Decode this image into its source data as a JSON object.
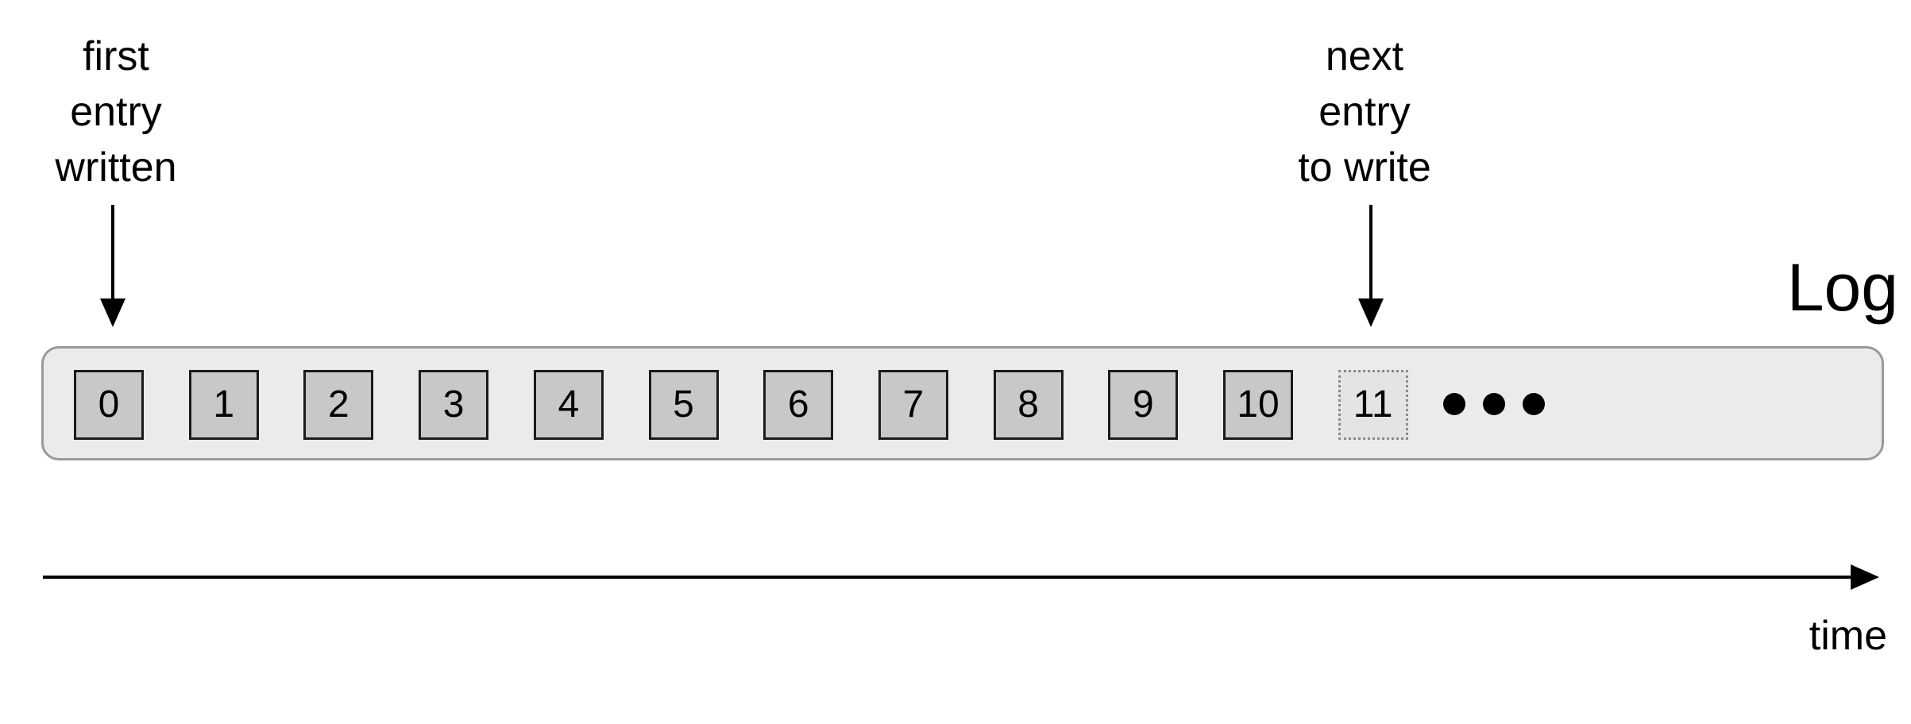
{
  "labels": {
    "first_entry": [
      "first",
      "entry",
      "written"
    ],
    "next_entry": [
      "next",
      "entry",
      "to write"
    ],
    "log_title": "Log",
    "time_axis": "time"
  },
  "log": {
    "entries": [
      "0",
      "1",
      "2",
      "3",
      "4",
      "5",
      "6",
      "7",
      "8",
      "9",
      "10",
      "11"
    ],
    "written_count": 11,
    "next_index": 11
  },
  "colors": {
    "written_fill": "#c8c8c8",
    "pending_fill": "#e4e4e4",
    "bar_fill": "#ebebeb",
    "bar_border": "#9a9a9a"
  }
}
